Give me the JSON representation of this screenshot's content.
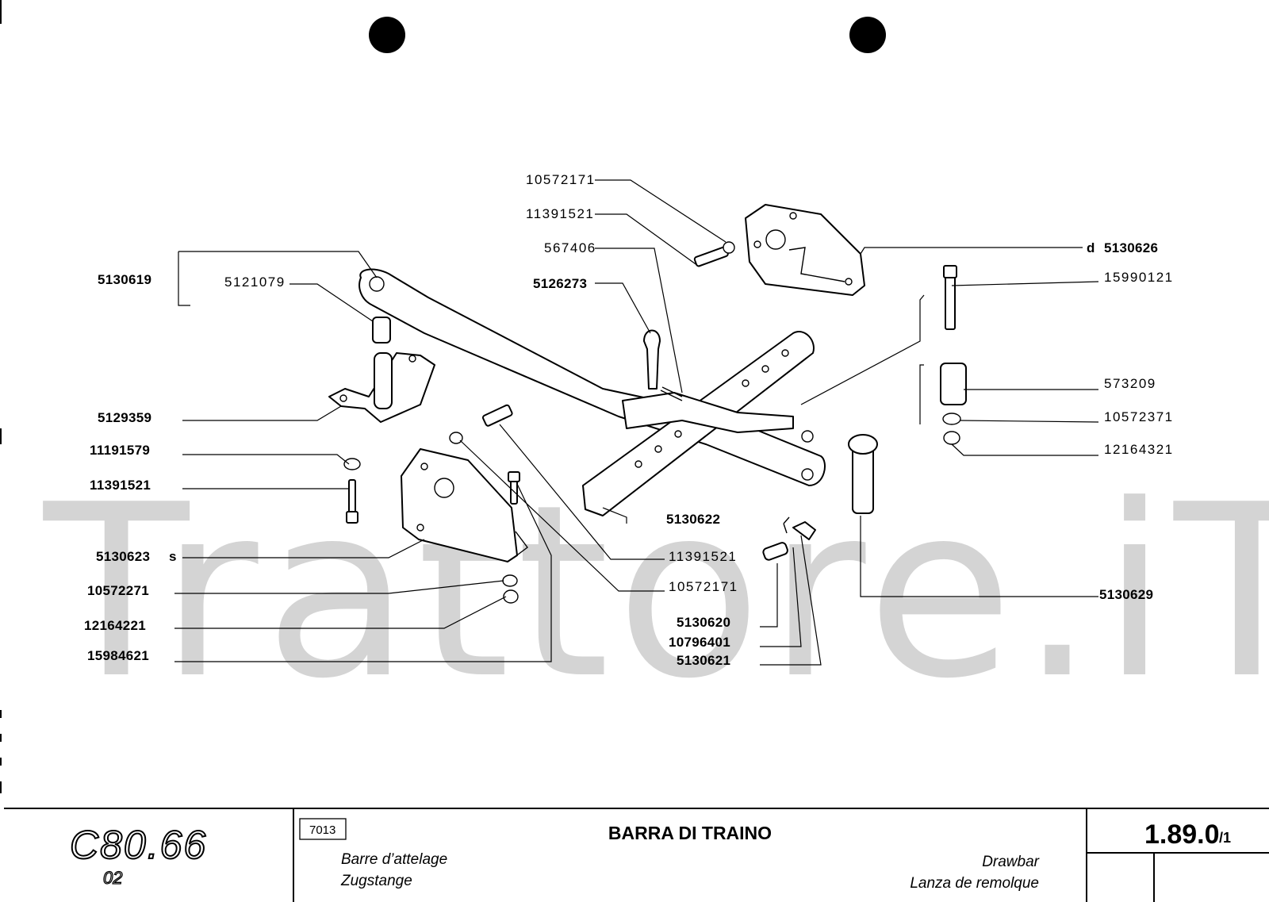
{
  "watermark": "Trattore.iT",
  "part_numbers": {
    "p_10572171_top": "10572171",
    "p_11391521_top": "11391521",
    "p_567406": "567406",
    "p_5126273": "5126273",
    "p_5130626": "5130626",
    "p_5130626_prefix": "d",
    "p_15990121": "15990121",
    "p_573209": "573209",
    "p_10572371": "10572371",
    "p_12164321": "12164321",
    "p_5130619": "5130619",
    "p_5121079": "5121079",
    "p_5129359": "5129359",
    "p_11191579": "11191579",
    "p_11391521_left": "11391521",
    "p_5130623": "5130623",
    "p_5130623_suffix": "s",
    "p_10572271": "10572271",
    "p_12164221": "12164221",
    "p_15984621": "15984621",
    "p_5130622": "5130622",
    "p_11391521_mid": "11391521",
    "p_10572171_mid": "10572171",
    "p_5130620": "5130620",
    "p_10796401": "10796401",
    "p_5130621": "5130621",
    "p_5130629": "5130629"
  },
  "title_block": {
    "logo_model": "C80.66",
    "logo_variant": "02",
    "group_code": "7013",
    "title_it": "BARRA DI TRAINO",
    "title_fr": "Barre d’attelage",
    "title_de": "Zugstange",
    "title_en": "Drawbar",
    "title_es": "Lanza de remolque",
    "sheet_number": "1.89.0",
    "sheet_suffix": "/1"
  }
}
